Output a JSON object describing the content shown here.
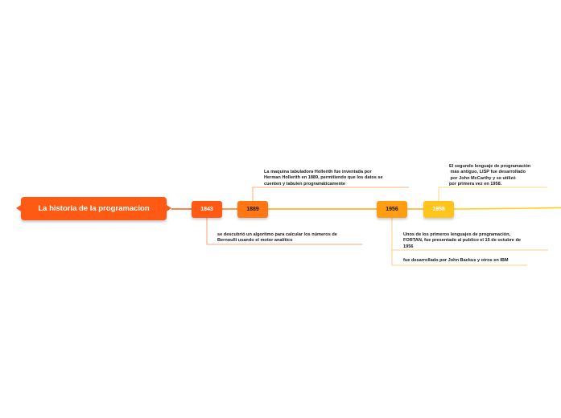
{
  "title": "La historia de la programacion",
  "colors": {
    "main": "#ff5a13",
    "y1843": "#ff5a13",
    "y1889": "#ff7613",
    "y1956": "#ff9d13",
    "y1958": "#ffc51c",
    "text_dark": "#1a1a1a"
  },
  "years": [
    "1843",
    "1889",
    "1956",
    "1958"
  ],
  "notes": {
    "n1843": "se descubrió un algoritmo para calcular los números de\nBernoulli usando el motor analítico",
    "n1889": "La maquina tabuladora Hollerith fue inventada por\nHerman Hollerith en 1889, permitiendo que los datos se\ncuenten y tabulen programáticamente",
    "n1956a": "Unos de los primeros lenguajes de programación,\nFORTAN, fue presentado al publico el 15 de octubre de\n1956",
    "n1956b": "fue desarrollado por John Backus y otros en IBM",
    "n1958": "El segundo lenguaje de programación\n más antiguo, LISP fue desarrollado\n por John McCarthy y se utilizó\npor primera vez en 1958."
  }
}
